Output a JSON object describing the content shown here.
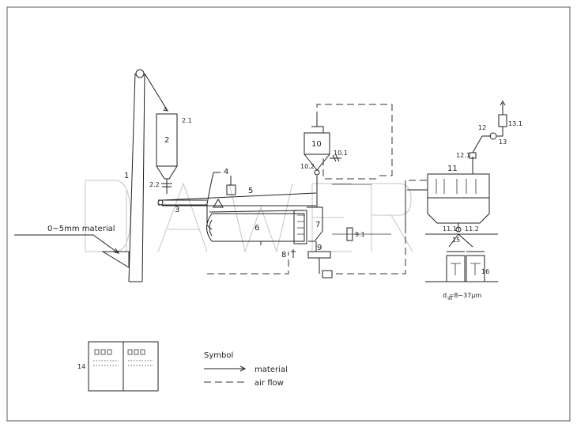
{
  "labels": {
    "feed": "0~5mm material",
    "n1": "1",
    "n2": "2",
    "n2_1": "2.1",
    "n2_2": "2.2",
    "n3": "3",
    "n4": "4",
    "n5": "5",
    "n6": "6",
    "n7": "7",
    "n8": "8",
    "n9": "9",
    "n9_1": "9.1",
    "n10": "10",
    "n10_1": "10.1",
    "n10_2": "10.2",
    "n11": "11",
    "n11_1": "11.1",
    "n11_2": "11.2",
    "n12": "12",
    "n12_1": "12.1",
    "n13": "13",
    "n13_1": "13.1",
    "n14": "14",
    "n15": "15",
    "n16": "16",
    "particle_size": "d  =8~37μm",
    "particle_sub": "90"
  },
  "legend": {
    "title": "Symbol",
    "material": "material",
    "air_flow": "air flow"
  }
}
